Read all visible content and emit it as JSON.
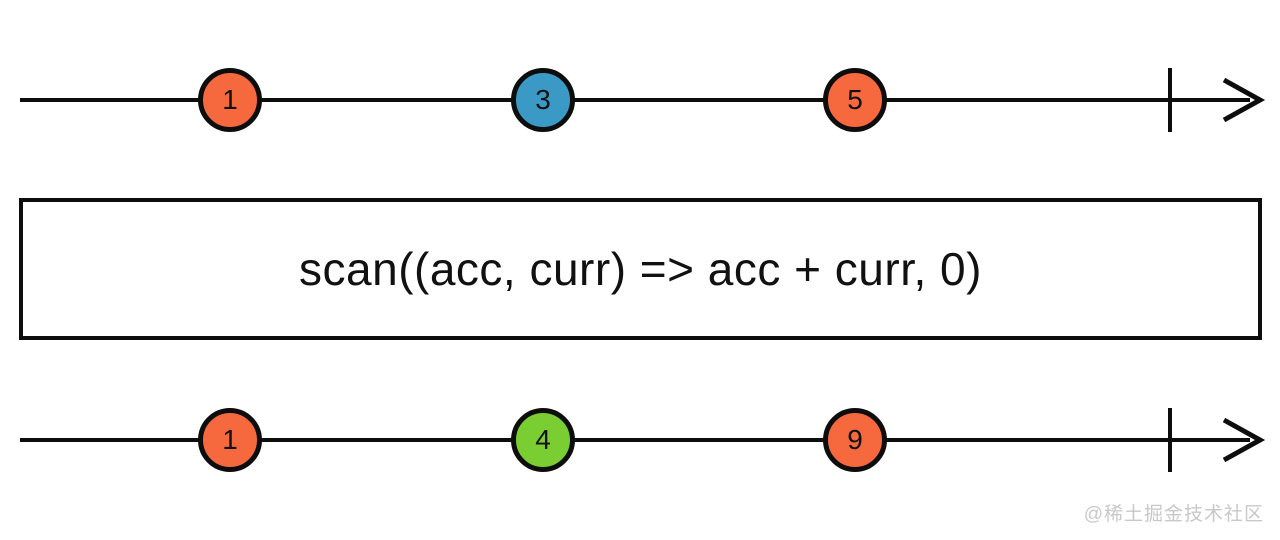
{
  "colors": {
    "stroke": "#0d0d0d",
    "orange": "#f6693f",
    "blue": "#3a9ac5",
    "green": "#7bce32",
    "watermark_gray": "#c8c8c8"
  },
  "operator": {
    "label": "scan((acc, curr) => acc + curr, 0)"
  },
  "input_stream": {
    "marbles": [
      {
        "value": "1",
        "color": "#f6693f"
      },
      {
        "value": "3",
        "color": "#3a9ac5"
      },
      {
        "value": "5",
        "color": "#f6693f"
      }
    ]
  },
  "output_stream": {
    "marbles": [
      {
        "value": "1",
        "color": "#f6693f"
      },
      {
        "value": "4",
        "color": "#7bce32"
      },
      {
        "value": "9",
        "color": "#f6693f"
      }
    ]
  },
  "watermark": "@稀土掘金技术社区"
}
